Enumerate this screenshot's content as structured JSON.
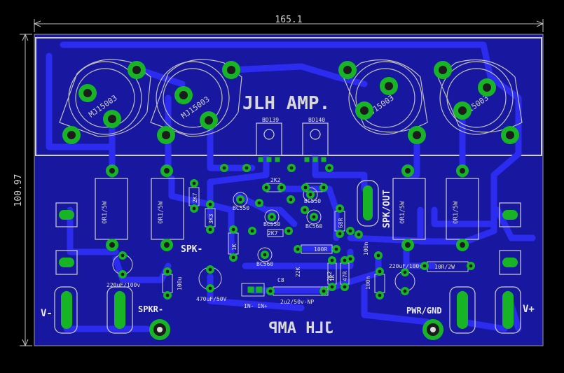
{
  "dimensions": {
    "width": "165.1",
    "height": "100.97"
  },
  "title": "JLH AMP.",
  "mirrored_title": "JLH AMP",
  "colors": {
    "background": "#000000",
    "board": "#1a1aa8",
    "trace": "#2a2aee",
    "pad": "#17b526",
    "hole": "#1c1c1c",
    "silk": "#c8c8c8",
    "label": "#e8e8e8"
  },
  "transistors": [
    {
      "part": "MJ15003"
    },
    {
      "part": "MJ15003"
    },
    {
      "part": "MJ15003"
    },
    {
      "part": "MJ15003"
    }
  ],
  "drivers": [
    "BD139",
    "BD140"
  ],
  "resistors_vertical": [
    "0R1/5W",
    "0R1/5W",
    "0R1/5W",
    "0R1/5W"
  ],
  "small_parts": [
    "2K7",
    "3K3",
    "2K2",
    "BC550",
    "BC550",
    "BC560",
    "BC560",
    "BC550",
    "2K7",
    "1K",
    "100R",
    "68R",
    "100n",
    "100n",
    "1K",
    "47R",
    "10R/2W",
    "22K",
    "220uF/100v",
    "220uF/100v",
    "100u",
    "470uF/50V",
    "2u2/50v-NP",
    "C8",
    "2K2"
  ],
  "connectors": {
    "spk_minus": "SPK-",
    "spk_out": "SPK/OUT",
    "spk_return": "SPKR-",
    "v_minus": "V-",
    "v_plus": "V+",
    "pwr_gnd": "PWR/GND",
    "input": "IN- IN+"
  }
}
